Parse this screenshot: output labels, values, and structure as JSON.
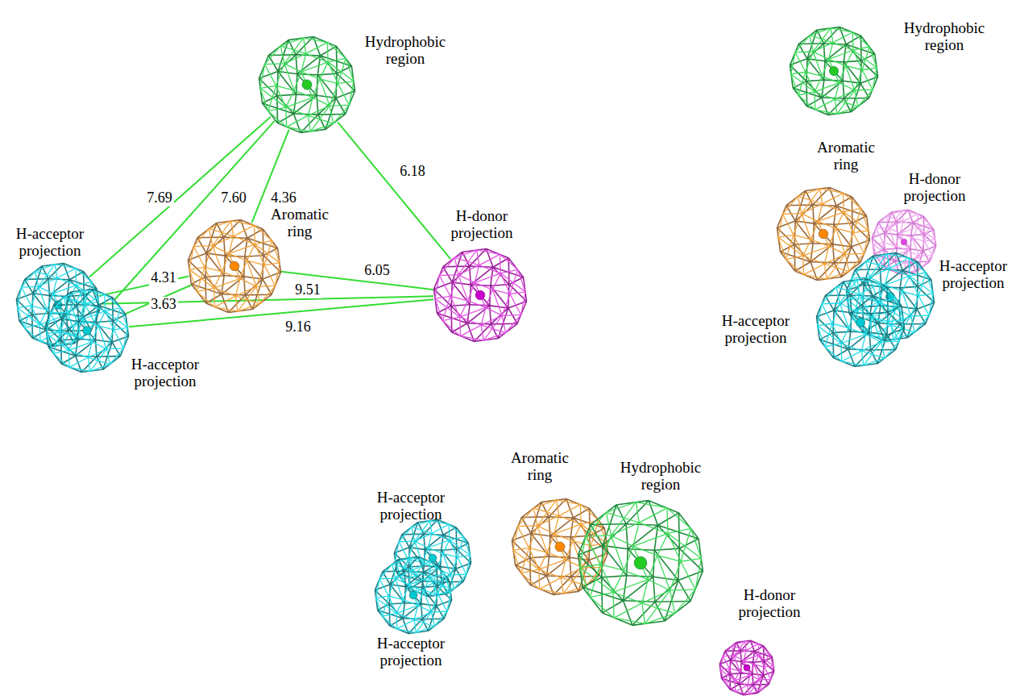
{
  "diagram": {
    "nodes": [
      {
        "text": [
          "Hydrophobic region"
        ]
      },
      {
        "text": [
          "Aromatic ring"
        ]
      },
      {
        "text": [
          "H-donor projection"
        ]
      },
      {
        "text": [
          "H-acceptor projection"
        ]
      },
      {
        "text": [
          "H-acceptor projection"
        ]
      },
      {
        "text": [
          "Hydrophobic region"
        ]
      },
      {
        "text": [
          "Aromatic ring"
        ]
      },
      {
        "text": [
          "H-donor projection"
        ]
      },
      {
        "text": [
          "H-acceptor projection"
        ]
      },
      {
        "text": [
          "H-acceptor projection"
        ]
      },
      {
        "text": [
          "H-acceptor projection"
        ]
      },
      {
        "text": [
          "H-acceptor projection"
        ]
      },
      {
        "text": [
          "Aromatic ring"
        ]
      },
      {
        "text": [
          "Hydrophobic region"
        ]
      },
      {
        "text": [
          "H-donor projection"
        ]
      }
    ],
    "edges": [
      {
        "from": 0,
        "to": 2,
        "arrow": "none",
        "label": "6.18"
      },
      {
        "from": 0,
        "to": 1,
        "arrow": "none",
        "label": "4.36"
      },
      {
        "from": 0,
        "to": 3,
        "arrow": "none",
        "label": "7.69"
      },
      {
        "from": 0,
        "to": 4,
        "arrow": "none",
        "label": "7.60"
      },
      {
        "from": 1,
        "to": 2,
        "arrow": "none",
        "label": "6.05"
      },
      {
        "from": 1,
        "to": 3,
        "arrow": "none",
        "label": "4.31"
      },
      {
        "from": 1,
        "to": 4,
        "arrow": "none",
        "label": "3.63"
      },
      {
        "from": 3,
        "to": 2,
        "arrow": "none",
        "label": "9.51"
      },
      {
        "from": 4,
        "to": 2,
        "arrow": "none",
        "label": "9.16"
      }
    ]
  }
}
